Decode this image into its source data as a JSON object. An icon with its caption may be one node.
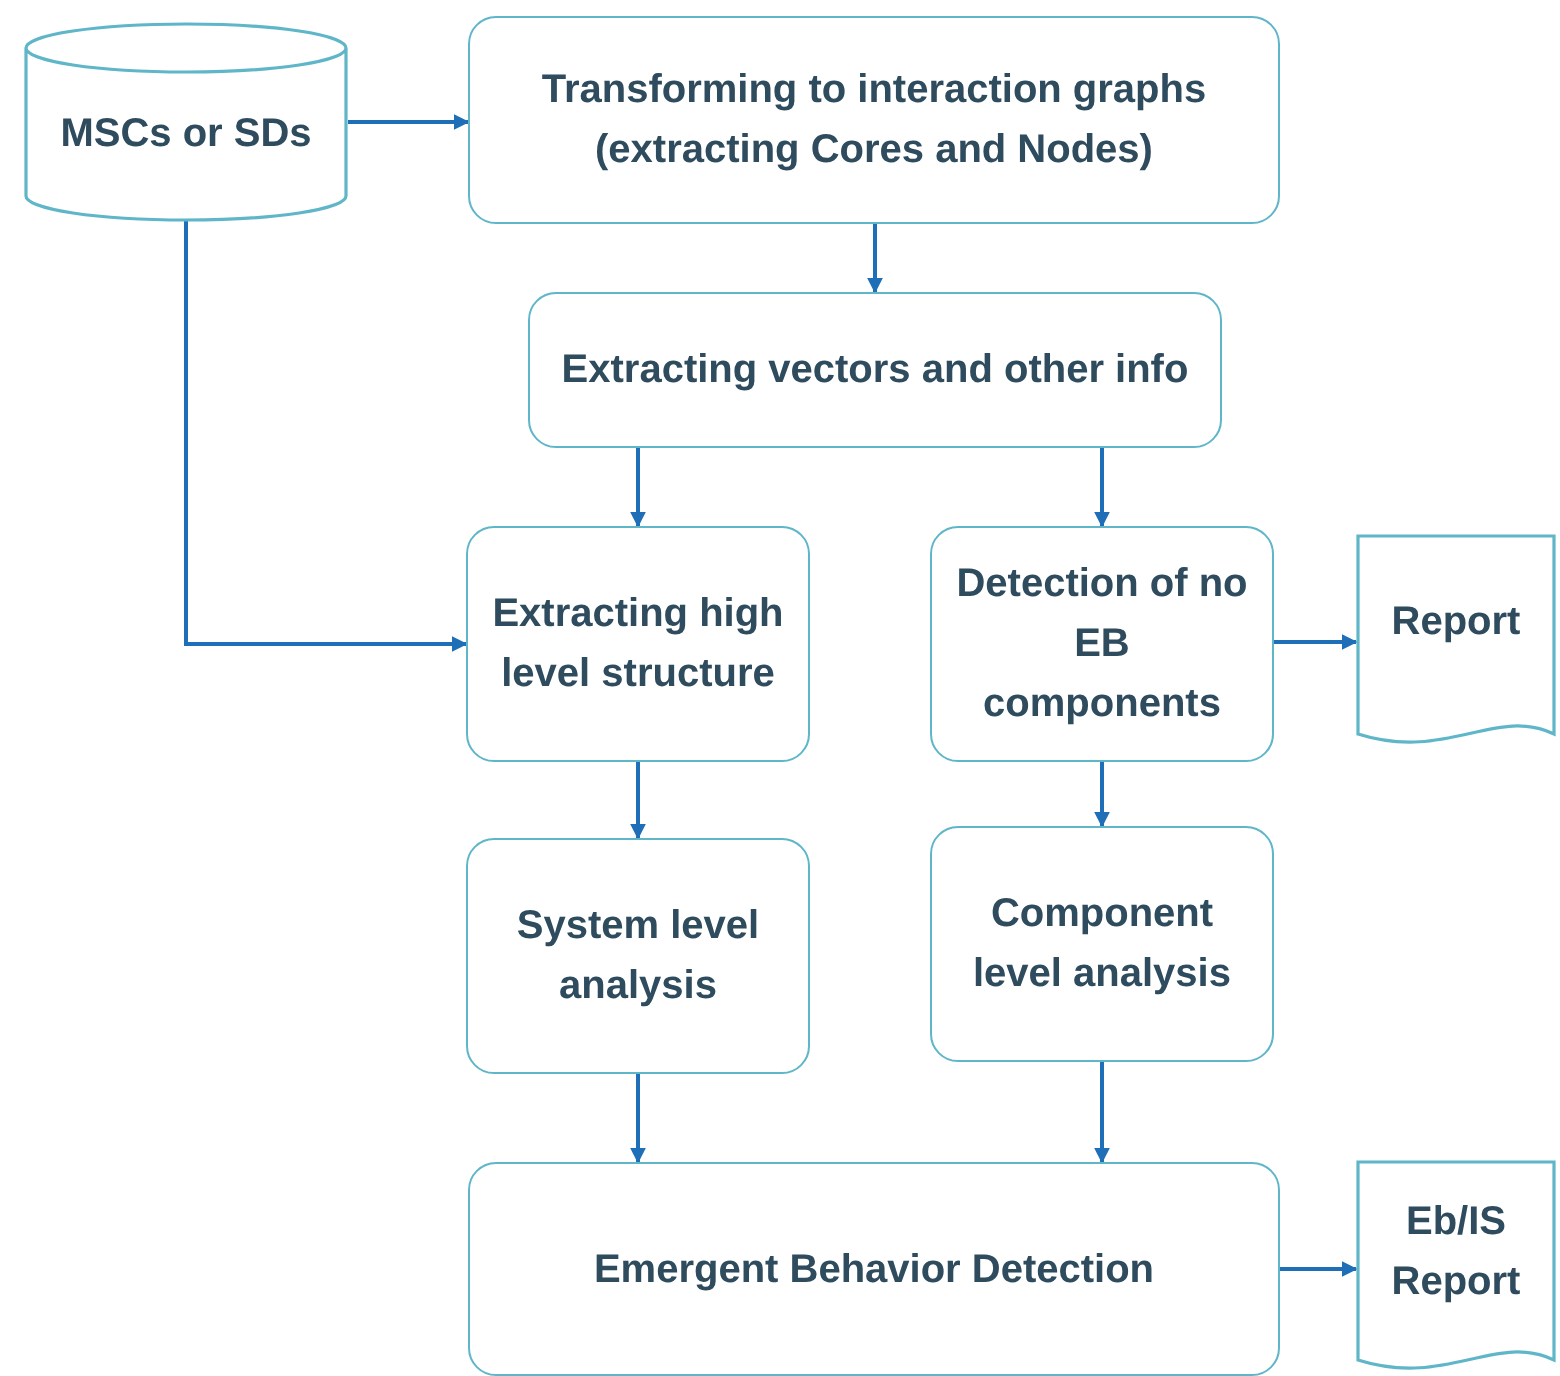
{
  "diagram": {
    "nodes": [
      {
        "text": [
          "MSCs or SDs"
        ]
      },
      {
        "text": [
          "Transforming to interaction graphs (extracting Cores and Nodes)"
        ]
      },
      {
        "text": [
          "Extracting vectors and other info"
        ]
      },
      {
        "text": [
          "Extracting high level structure"
        ]
      },
      {
        "text": [
          "Detection of no EB components"
        ]
      },
      {
        "text": [
          "Report"
        ]
      },
      {
        "text": [
          "System level analysis"
        ]
      },
      {
        "text": [
          "Component level analysis"
        ]
      },
      {
        "text": [
          "Emergent Behavior Detection"
        ]
      },
      {
        "text": [
          "Eb/IS Report"
        ]
      }
    ],
    "edges": [
      {
        "from": 0,
        "to": 1,
        "arrow": "to"
      },
      {
        "from": 0,
        "to": 3,
        "arrow": "to"
      },
      {
        "from": 1,
        "to": 2,
        "arrow": "to"
      },
      {
        "from": 2,
        "to": 3,
        "arrow": "to"
      },
      {
        "from": 2,
        "to": 4,
        "arrow": "to"
      },
      {
        "from": 4,
        "to": 5,
        "arrow": "to"
      },
      {
        "from": 3,
        "to": 6,
        "arrow": "to"
      },
      {
        "from": 4,
        "to": 7,
        "arrow": "to"
      },
      {
        "from": 6,
        "to": 8,
        "arrow": "to"
      },
      {
        "from": 7,
        "to": 8,
        "arrow": "to"
      },
      {
        "from": 8,
        "to": 9,
        "arrow": "to"
      }
    ]
  }
}
